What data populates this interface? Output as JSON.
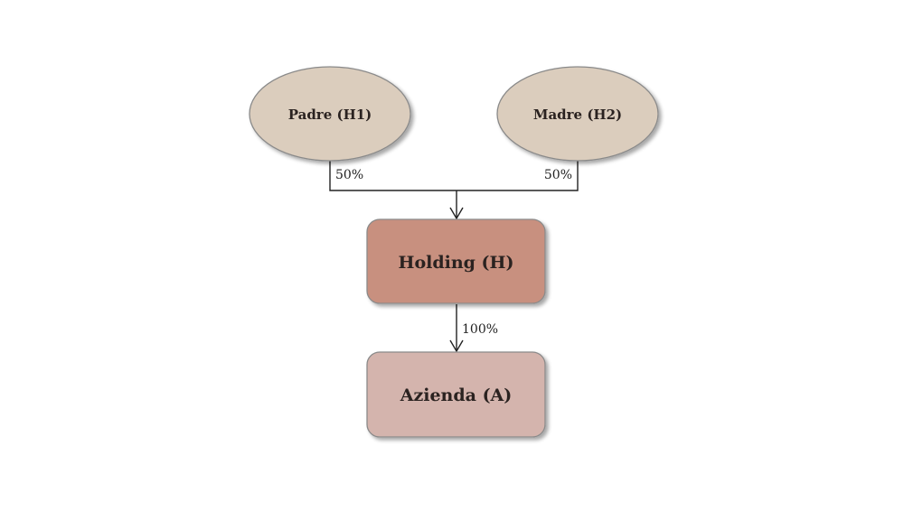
{
  "diagram": {
    "type": "ownership-structure",
    "nodes": [
      {
        "id": "padre",
        "label": "Padre (H1)",
        "shape": "ellipse",
        "fill": "#dbcdbd"
      },
      {
        "id": "madre",
        "label": "Madre (H2)",
        "shape": "ellipse",
        "fill": "#dbcdbd"
      },
      {
        "id": "holding",
        "label": "Holding (H)",
        "shape": "rounded-rect",
        "fill": "#c8907f"
      },
      {
        "id": "azienda",
        "label": "Azienda (A)",
        "shape": "rounded-rect",
        "fill": "#d4b4ad"
      }
    ],
    "edges": [
      {
        "from": "padre",
        "to": "holding",
        "label": "50%"
      },
      {
        "from": "madre",
        "to": "holding",
        "label": "50%"
      },
      {
        "from": "holding",
        "to": "azienda",
        "label": "100%"
      }
    ],
    "colors": {
      "stroke": "#8a8a8a",
      "line": "#222222"
    }
  }
}
